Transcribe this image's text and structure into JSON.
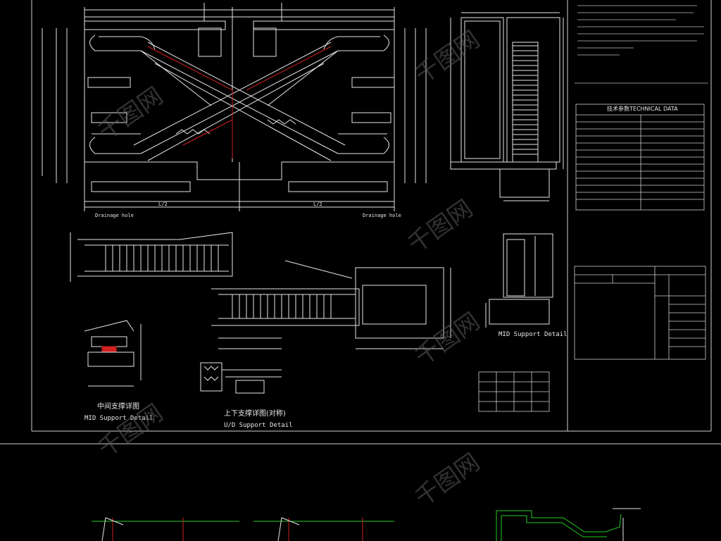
{
  "labels": {
    "drainage_left": "Drainage hole",
    "drainage_right": "Drainage hole",
    "dim_left_bottom": "L/2",
    "dim_right_bottom": "L/2",
    "tech_data_title": "技术参数TECHNICAL DATA",
    "mid_support_cn": "中间支撑详图",
    "mid_support_en": "MID Support Detail",
    "ud_support_cn": "上下支撑详图(对称)",
    "ud_support_en": "U/D Support Detail",
    "mid_support_en_right": "MID Support Detail",
    "watermark": "千图网"
  },
  "colors": {
    "background": "#000000",
    "line": "#e6e6e6",
    "accent_red": "#d02020",
    "accent_green": "#22cc22"
  }
}
